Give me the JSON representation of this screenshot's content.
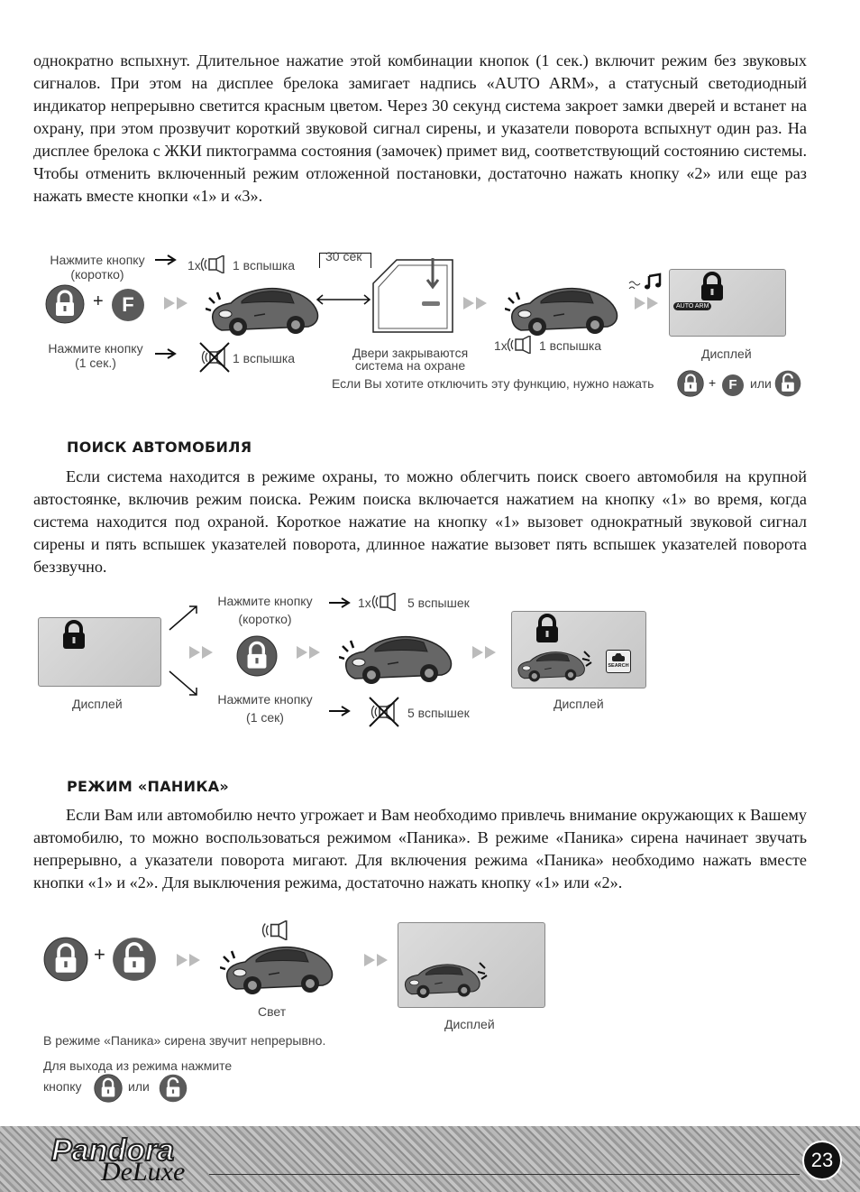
{
  "paragraphs": {
    "intro": "однократно вспыхнут. Длительное нажатие этой комбинации кнопок (1 сек.) включит режим без звуковых сигналов. При этом на дисплее брелока замигает надпись «AUTO ARM», а статусный светодиодный индикатор непрерывно светится красным цветом. Через 30 секунд система закроет замки дверей и встанет на охрану, при этом прозвучит короткий звуковой сигнал сирены, и указатели поворота вспыхнут один раз. На дисплее брелока с ЖКИ пиктограмма состояния (замочек) примет вид, соответствующий состоянию системы. Чтобы отменить включенный режим отложенной постановки, достаточно нажать кнопку «2» или еще раз нажать вместе кнопки «1» и «3».",
    "search": "Если система находится в режиме охраны, то можно облегчить поиск своего автомобиля на крупной автостоянке, включив режим поиска. Режим поиска включается нажатием на кнопку «1» во время, когда система находится под охраной. Короткое нажатие на кнопку «1» вызовет однократный звуковой сигнал сирены и пять вспышек указателей поворота, длинное нажатие вызовет пять вспышек указателей поворота беззвучно.",
    "panic": "Если Вам или автомобилю нечто угрожает и Вам необходимо привлечь внимание окружающих к Вашему автомобилю, то можно воспользоваться режимом «Паника». В режиме «Паника» сирена начинает звучать непрерывно, а указатели поворота мигают. Для включения режима «Паника» необходимо нажать вместе кнопки «1» и «2». Для выключения режима, достаточно нажать кнопку «1» или «2»."
  },
  "headings": {
    "search": "ПОИСК АВТОМОБИЛЯ",
    "panic": "РЕЖИМ «ПАНИКА»"
  },
  "diagram1": {
    "press_short": "Нажмите кнопку\n(коротко)",
    "press_long": "Нажмите кнопку\n(1 сек.)",
    "x1a": "1x",
    "flash1a": "1 вспышка",
    "flash1b": "1 вспышка",
    "sec30": "30 сек",
    "doors": "Двери закрываются\nсистема  на охране",
    "x1b": "1x",
    "flash1c": "1 вспышка",
    "display": "Дисплей",
    "auto_arm": "AUTO ARM",
    "cancel": "Если Вы хотите отключить эту функцию, нужно нажать",
    "plus": "+",
    "or": "или",
    "f": "F"
  },
  "diagram2": {
    "display_left": "Дисплей",
    "press_short": "Нажмите кнопку\n(коротко)",
    "press_long": "Нажмите кнопку\n(1 сек)",
    "x1": "1x",
    "flash5a": "5 вспышек",
    "flash5b": "5 вспышек",
    "display_right": "Дисплей",
    "search_badge": "SEARCH"
  },
  "diagram3": {
    "plus": "+",
    "light": "Свет",
    "display": "Дисплей",
    "note": "В режиме «Паника» сирена звучит непрерывно.",
    "exit1": "Для выхода из режима нажмите",
    "exit2": "кнопку",
    "or": "или"
  },
  "footer": {
    "brand": "Pandora",
    "brand_sub": "DeLuxe",
    "page": "23"
  },
  "colors": {
    "text": "#1a1a1a",
    "button": "#555555",
    "car": "#5a5a5a",
    "display": "#d0d0d0"
  }
}
